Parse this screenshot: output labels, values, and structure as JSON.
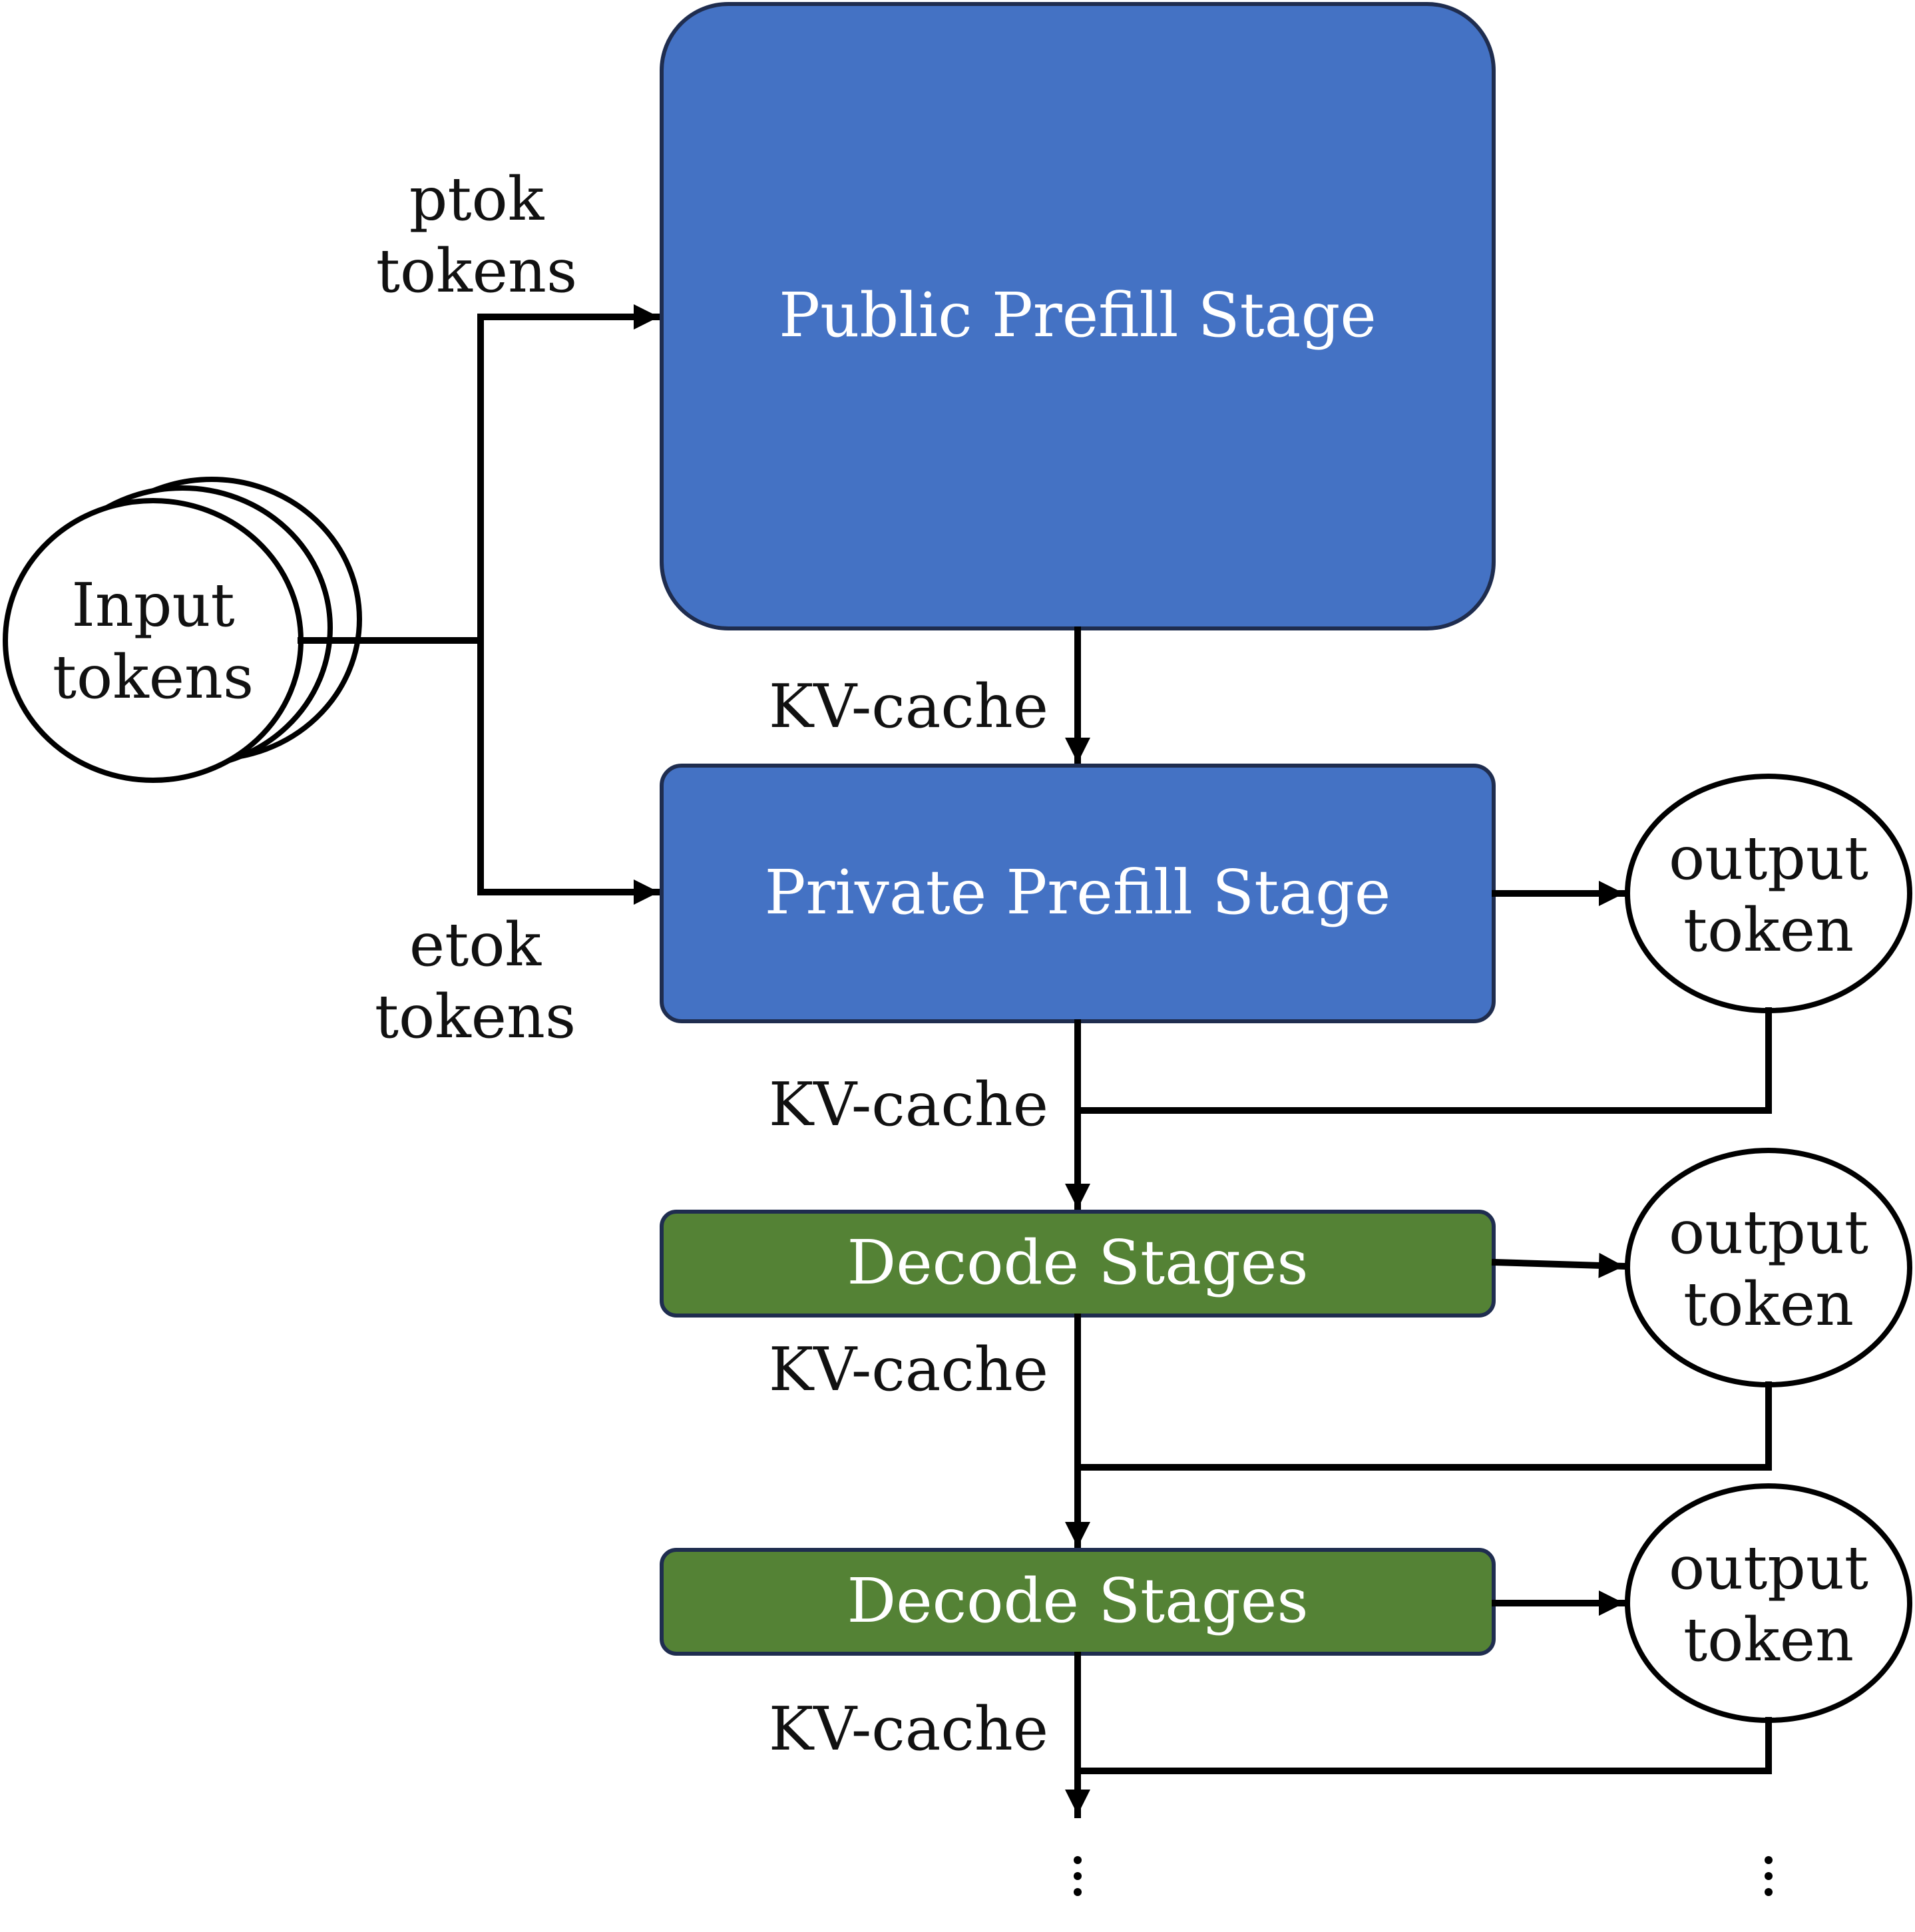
{
  "input": {
    "line1": "Input",
    "line2": "tokens"
  },
  "branches": {
    "ptok_line1": "ptok",
    "ptok_line2": "tokens",
    "etok_line1": "etok",
    "etok_line2": "tokens"
  },
  "stages": {
    "public_prefill": "Public Prefill Stage",
    "private_prefill": "Private Prefill Stage",
    "decode_1": "Decode Stages",
    "decode_2": "Decode Stages"
  },
  "kv_cache_labels": [
    "KV-cache",
    "KV-cache",
    "KV-cache",
    "KV-cache"
  ],
  "outputs": [
    {
      "line1": "output",
      "line2": "token"
    },
    {
      "line1": "output",
      "line2": "token"
    },
    {
      "line1": "output",
      "line2": "token"
    }
  ],
  "colors": {
    "prefill_fill": "#4472C4",
    "decode_fill": "#548235",
    "box_border": "#1F2D4F"
  },
  "continuation_marker": "⋮"
}
